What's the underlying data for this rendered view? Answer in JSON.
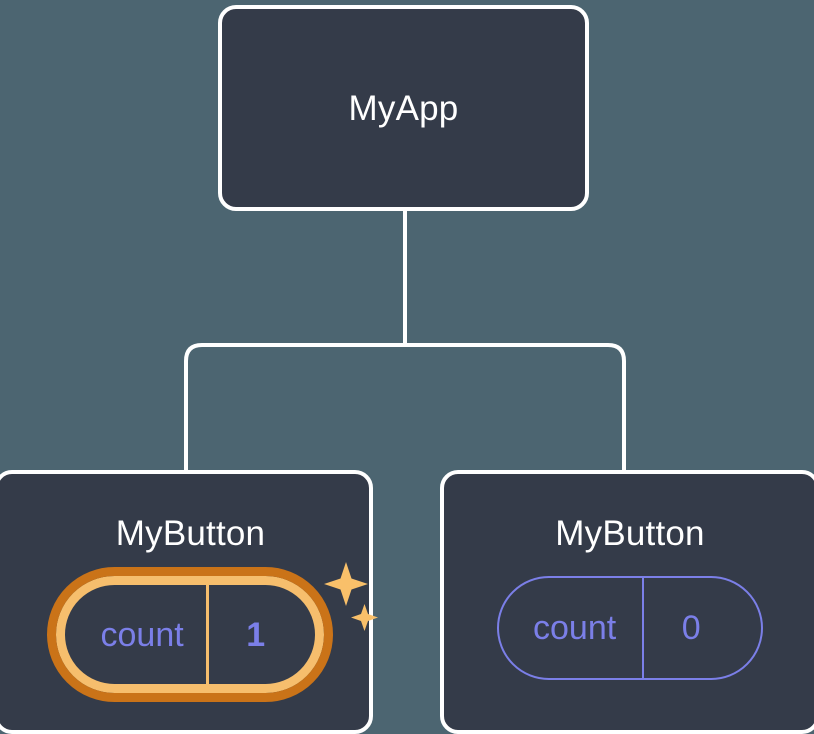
{
  "diagram": {
    "type": "component-tree",
    "background_color": "#4c6571",
    "node_fill_color": "#343b49",
    "node_border_color": "#ffffff",
    "connector_color": "#ffffff",
    "accent_colors": {
      "state_text": "#7b7fe8",
      "highlight_outer_ring": "#ca7318",
      "highlight_inner_ring": "#f6be6d",
      "sparkle": "#f9c06a"
    }
  },
  "root": {
    "title": "MyApp"
  },
  "children": [
    {
      "title": "MyButton",
      "state": {
        "key": "count",
        "value": "1"
      },
      "highlighted": true,
      "sparkle_icon": "sparkles-icon"
    },
    {
      "title": "MyButton",
      "state": {
        "key": "count",
        "value": "0"
      },
      "highlighted": false
    }
  ]
}
